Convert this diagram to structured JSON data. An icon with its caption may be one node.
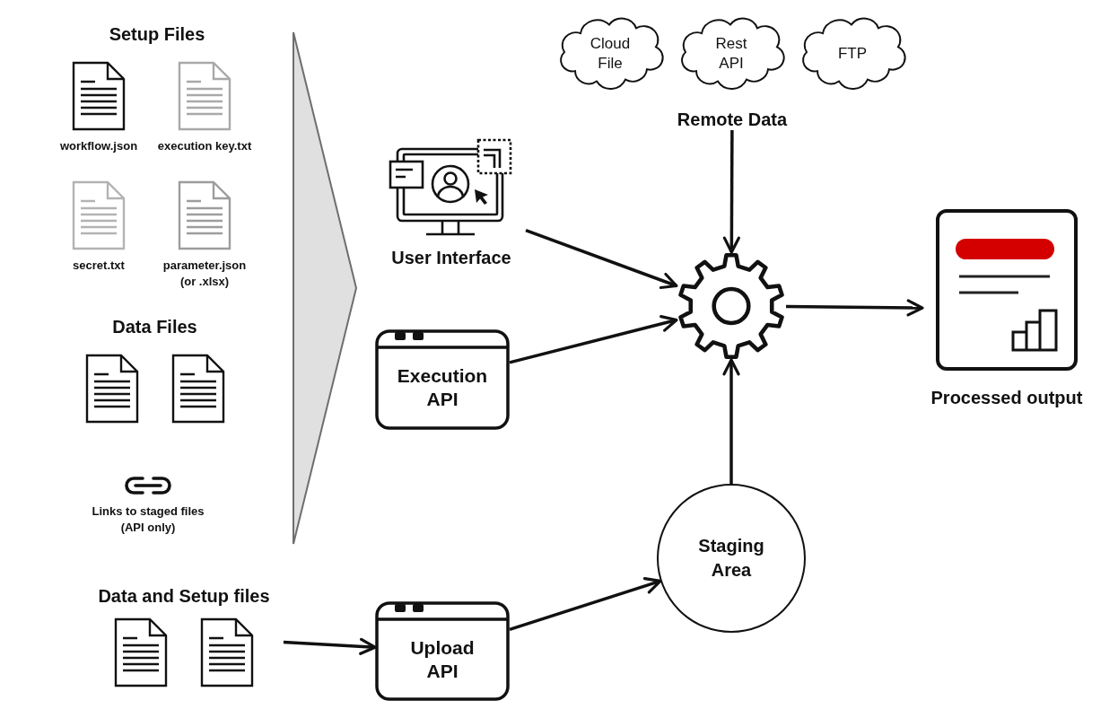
{
  "diagram": {
    "nodes": [
      {
        "text": [
          "workflow.json"
        ]
      },
      {
        "text": [
          "execution key.txt"
        ]
      },
      {
        "text": [
          "secret.txt"
        ]
      },
      {
        "text": [
          "parameter.json (or .xlsx)"
        ]
      },
      {
        "text": [
          "Data Files"
        ]
      },
      {
        "text": [
          "Links to staged files (API only)"
        ]
      },
      {
        "text": [
          "Data and Setup files"
        ]
      },
      {
        "text": [],
        "shape": "triangle"
      },
      {
        "text": [
          "Cloud File"
        ]
      },
      {
        "text": [
          "Rest API"
        ]
      },
      {
        "text": [
          "FTP"
        ]
      },
      {
        "text": [
          "Remote Data"
        ]
      },
      {
        "text": [
          "User Interface"
        ]
      },
      {
        "text": [
          "Execution API"
        ]
      },
      {
        "text": [
          "Upload API"
        ]
      },
      {
        "text": [],
        "shape": "gear"
      },
      {
        "text": [
          "Staging Area"
        ]
      },
      {
        "text": [
          "Processed output"
        ]
      }
    ],
    "edges": [
      {
        "from": 6,
        "to": 14,
        "arrow": "to"
      },
      {
        "from": 14,
        "to": 16,
        "arrow": "to"
      },
      {
        "from": 12,
        "to": 15,
        "arrow": "to"
      },
      {
        "from": 13,
        "to": 15,
        "arrow": "to"
      },
      {
        "from": 11,
        "to": 15,
        "arrow": "to"
      },
      {
        "from": 16,
        "to": 15,
        "arrow": "to"
      },
      {
        "from": 15,
        "to": 17,
        "arrow": "to"
      }
    ],
    "labels": [
      "Setup Files"
    ]
  }
}
